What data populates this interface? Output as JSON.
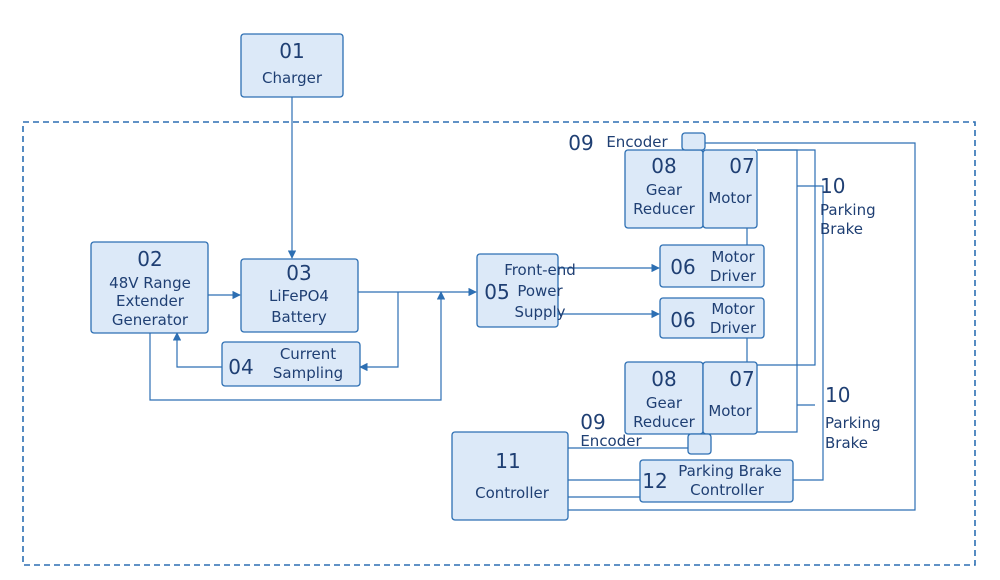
{
  "charger": {
    "num": "01",
    "label": "Charger"
  },
  "generator": {
    "num": "02",
    "line1": "48V Range",
    "line2": "Extender",
    "line3": "Generator"
  },
  "battery": {
    "num": "03",
    "line1": "LiFePO4",
    "line2": "Battery"
  },
  "sampling": {
    "num": "04",
    "line1": "Current",
    "line2": "Sampling"
  },
  "power_supply": {
    "num": "05",
    "line1": "Front-end",
    "line2": "Power",
    "line3": "Supply"
  },
  "driver_top": {
    "num": "06",
    "line1": "Motor",
    "line2": "Driver"
  },
  "driver_bottom": {
    "num": "06",
    "line1": "Motor",
    "line2": "Driver"
  },
  "motor_top": {
    "num": "07",
    "label": "Motor"
  },
  "motor_bottom": {
    "num": "07",
    "label": "Motor"
  },
  "reducer_top": {
    "num": "08",
    "line1": "Gear",
    "line2": "Reducer"
  },
  "reducer_bottom": {
    "num": "08",
    "line1": "Gear",
    "line2": "Reducer"
  },
  "encoder_top": {
    "num": "09",
    "label": "Encoder"
  },
  "encoder_bottom": {
    "num": "09",
    "label": "Encoder"
  },
  "brake_top": {
    "num": "10",
    "line1": "Parking",
    "line2": "Brake"
  },
  "brake_bottom": {
    "num": "10",
    "line1": "Parking",
    "line2": "Brake"
  },
  "controller": {
    "num": "11",
    "label": "Controller"
  },
  "brake_controller": {
    "num": "12",
    "line1": "Parking Brake",
    "line2": "Controller"
  },
  "colors": {
    "stroke": "#2d6fb3",
    "fill": "#dce9f8",
    "text": "#1f3f73"
  }
}
